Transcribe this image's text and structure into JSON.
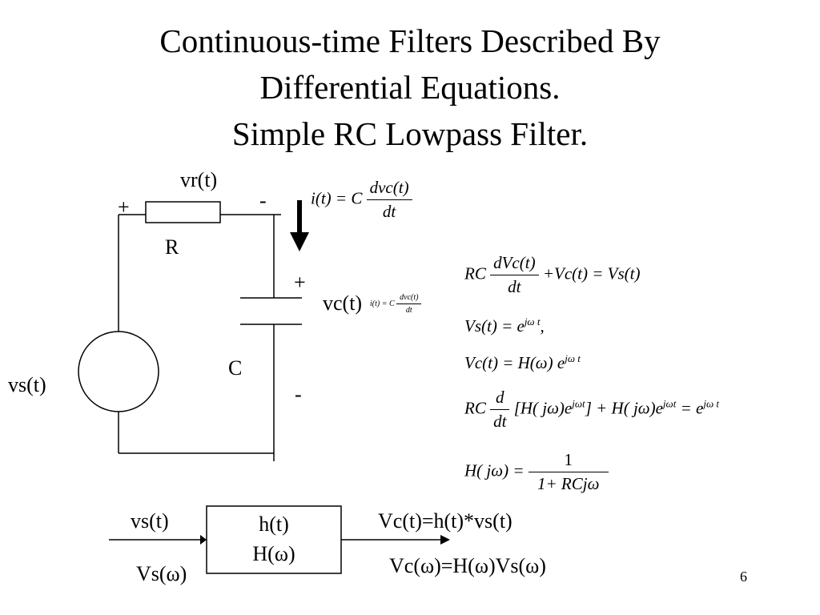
{
  "slide": {
    "title_lines": [
      "Continuous-time Filters Described By",
      "Differential Equations.",
      "Simple RC Lowpass Filter."
    ],
    "page_number": "6"
  },
  "circuit": {
    "resistor_voltage": "vr(t)",
    "plus_top": "+",
    "minus_top": "-",
    "resistor": "R",
    "plus_cap": "+",
    "cap_voltage": "vc(t)",
    "capacitor": "C",
    "minus_cap": "-",
    "source": "vs(t)"
  },
  "equations": {
    "current": {
      "lhs": "i(t) = C",
      "num": "dvc(t)",
      "den": "dt"
    },
    "current_small": {
      "lhs": "i(t) = C",
      "num": "dvc(t)",
      "den": "dt"
    },
    "ode": {
      "pre": "RC",
      "num": "dVc(t)",
      "den": "dt",
      "post": "+Vc(t) = Vs(t)"
    },
    "input": {
      "lhs": "Vs(t) = e",
      "exp": "jω t",
      "tail": ","
    },
    "output": {
      "lhs": "Vc(t) = H(ω) e",
      "exp": "jω t"
    },
    "substituted": {
      "pre": "RC",
      "num": "d",
      "den": "dt",
      "mid1": "[H( jω)e",
      "exp1": "jωt",
      "mid2": "] + H( jω)e",
      "exp2": "jωt",
      "mid3": " = e",
      "exp3": "jω t"
    },
    "transfer": {
      "lhs": "H( jω) =",
      "num": "1",
      "den": "1+ RCjω"
    }
  },
  "block_diagram": {
    "input_time": "vs(t)",
    "input_freq": "Vs(ω)",
    "block_line1": "h(t)",
    "block_line2": "H(ω)",
    "output_time": "Vc(t)=h(t)*vs(t)",
    "output_freq": "Vc(ω)=H(ω)Vs(ω)"
  }
}
